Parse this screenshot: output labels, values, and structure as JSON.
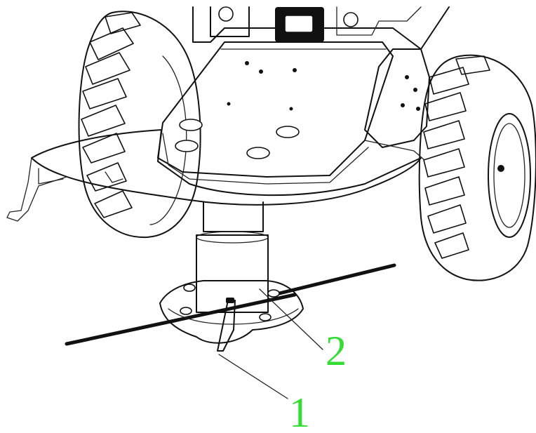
{
  "figure": {
    "callouts": [
      {
        "id": "1",
        "label": "1"
      },
      {
        "id": "2",
        "label": "2"
      }
    ],
    "colors": {
      "line": "#111111",
      "callout_label": "#33dd33",
      "background": "#ffffff"
    }
  }
}
